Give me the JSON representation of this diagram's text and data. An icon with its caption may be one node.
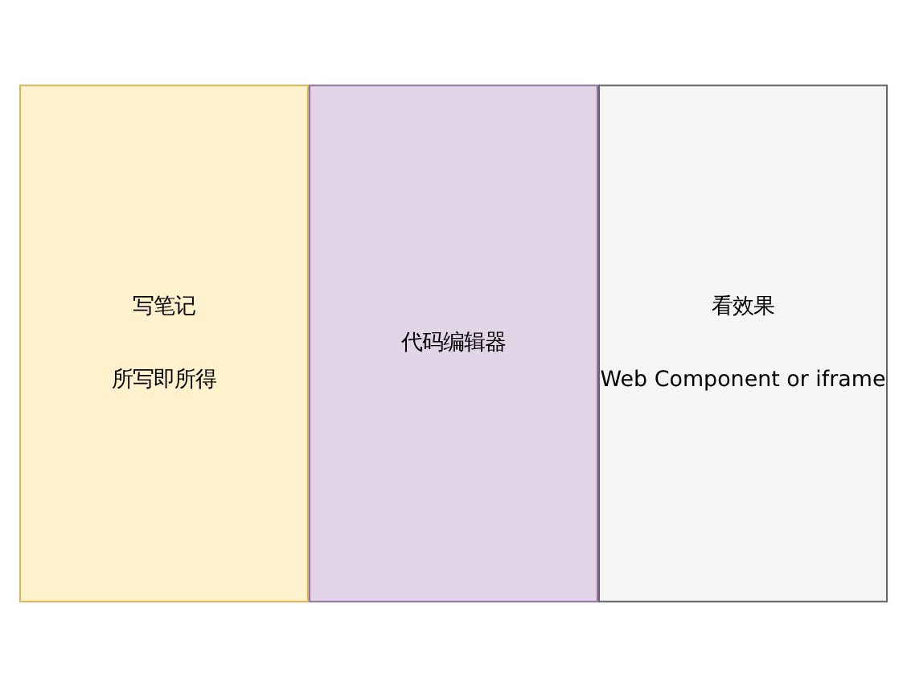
{
  "diagram": {
    "nodes": [
      {
        "text": [
          "写笔记",
          "所写即所得"
        ]
      },
      {
        "text": [
          "代码编辑器"
        ]
      },
      {
        "text": [
          "看效果",
          "Web Component or iframe"
        ]
      }
    ]
  }
}
